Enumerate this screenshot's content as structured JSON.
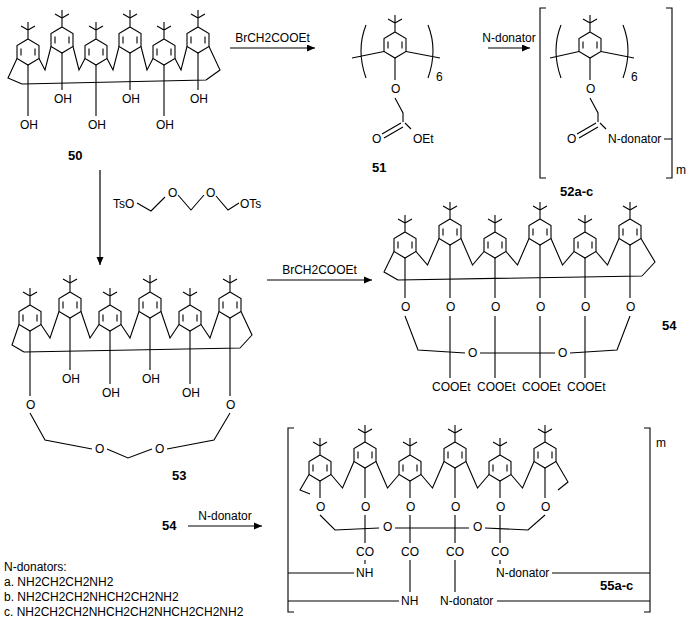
{
  "diagram": {
    "nodes": [
      {
        "text": [
          "50"
        ]
      },
      {
        "text": [
          "51"
        ]
      },
      {
        "text": [
          "52a-c"
        ]
      },
      {
        "text": [
          "53"
        ]
      },
      {
        "text": [
          "54"
        ]
      },
      {
        "text": [
          "54"
        ]
      },
      {
        "text": [
          "55a-c"
        ]
      }
    ],
    "edges": [
      {
        "from": 0,
        "to": 1,
        "arrow": "to",
        "label": "BrCH2COOEt"
      },
      {
        "from": 1,
        "to": 2,
        "arrow": "to",
        "label": "N-donator"
      },
      {
        "from": 0,
        "to": 3,
        "arrow": "to"
      },
      {
        "from": 3,
        "to": 4,
        "arrow": "to",
        "label": "BrCH2COOEt"
      },
      {
        "from": 5,
        "to": 6,
        "arrow": "to",
        "label": "N-donator"
      }
    ],
    "labels": [
      "OH",
      "OH",
      "OH",
      "OH",
      "OH",
      "OH",
      "O",
      "O",
      "OEt",
      "6",
      "O",
      "O",
      "N-donator",
      "6",
      "m",
      "TsO",
      "O",
      "O",
      "OTs",
      "O",
      "OH",
      "OH",
      "OH",
      "OH",
      "O",
      "O",
      "O",
      "O",
      "O",
      "O",
      "O",
      "O",
      "O",
      "O",
      "O",
      "COOEt",
      "COOEt",
      "COOEt",
      "COOEt",
      "O",
      "O",
      "O",
      "O",
      "O",
      "O",
      "O",
      "O",
      "CO",
      "CO",
      "CO",
      "CO",
      "NH",
      "NH",
      "N-donator",
      "N-donator",
      "m",
      "N-donators:",
      "a. NH2CH2CH2NH2",
      "b. NH2CH2CH2NHCH2CH2NH2",
      "c. NH2CH2CH2NHCH2CH2NHCH2CH2NH2"
    ]
  }
}
